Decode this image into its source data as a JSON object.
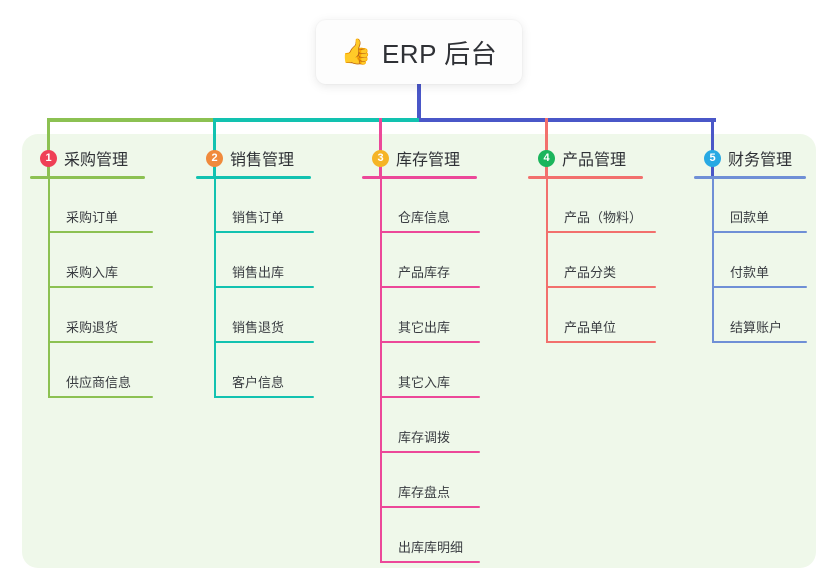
{
  "root": {
    "emoji": "👍",
    "emoji_name": "thumbs-up-icon",
    "title": "ERP 后台"
  },
  "panel": {
    "background_color": "#eff8ea"
  },
  "connector": {
    "trunk_color": "#4a57c8",
    "segments": [
      {
        "name": "bar-segment-green",
        "color": "#8cc152"
      },
      {
        "name": "bar-segment-teal",
        "color": "#12c2b0"
      },
      {
        "name": "bar-segment-blue",
        "color": "#4a57c8"
      }
    ],
    "drops": [
      {
        "name": "drop-purchase",
        "color": "#8cc152"
      },
      {
        "name": "drop-sales",
        "color": "#12c2b0"
      },
      {
        "name": "drop-inventory",
        "color": "#ec4899"
      },
      {
        "name": "drop-product",
        "color": "#f2706d"
      },
      {
        "name": "drop-finance",
        "color": "#4a57c8"
      }
    ]
  },
  "columns": [
    {
      "id": "purchase",
      "number": "1",
      "badge_color": "#ef4056",
      "line_color": "#8cc152",
      "title": "采购管理",
      "items": [
        "采购订单",
        "采购入库",
        "采购退货",
        "供应商信息"
      ]
    },
    {
      "id": "sales",
      "number": "2",
      "badge_color": "#f08a3c",
      "line_color": "#12c2b0",
      "title": "销售管理",
      "items": [
        "销售订单",
        "销售出库",
        "销售退货",
        "客户信息"
      ]
    },
    {
      "id": "inventory",
      "number": "3",
      "badge_color": "#f5b426",
      "line_color": "#ec4899",
      "title": "库存管理",
      "items": [
        "仓库信息",
        "产品库存",
        "其它出库",
        "其它入库",
        "库存调拨",
        "库存盘点",
        "出库库明细"
      ]
    },
    {
      "id": "product",
      "number": "4",
      "badge_color": "#1bb55c",
      "line_color": "#f2706d",
      "title": "产品管理",
      "items": [
        "产品（物料）",
        "产品分类",
        "产品单位"
      ]
    },
    {
      "id": "finance",
      "number": "5",
      "badge_color": "#27a9e3",
      "line_color": "#6f8fd6",
      "title": "财务管理",
      "items": [
        "回款单",
        "付款单",
        "结算账户"
      ]
    }
  ]
}
